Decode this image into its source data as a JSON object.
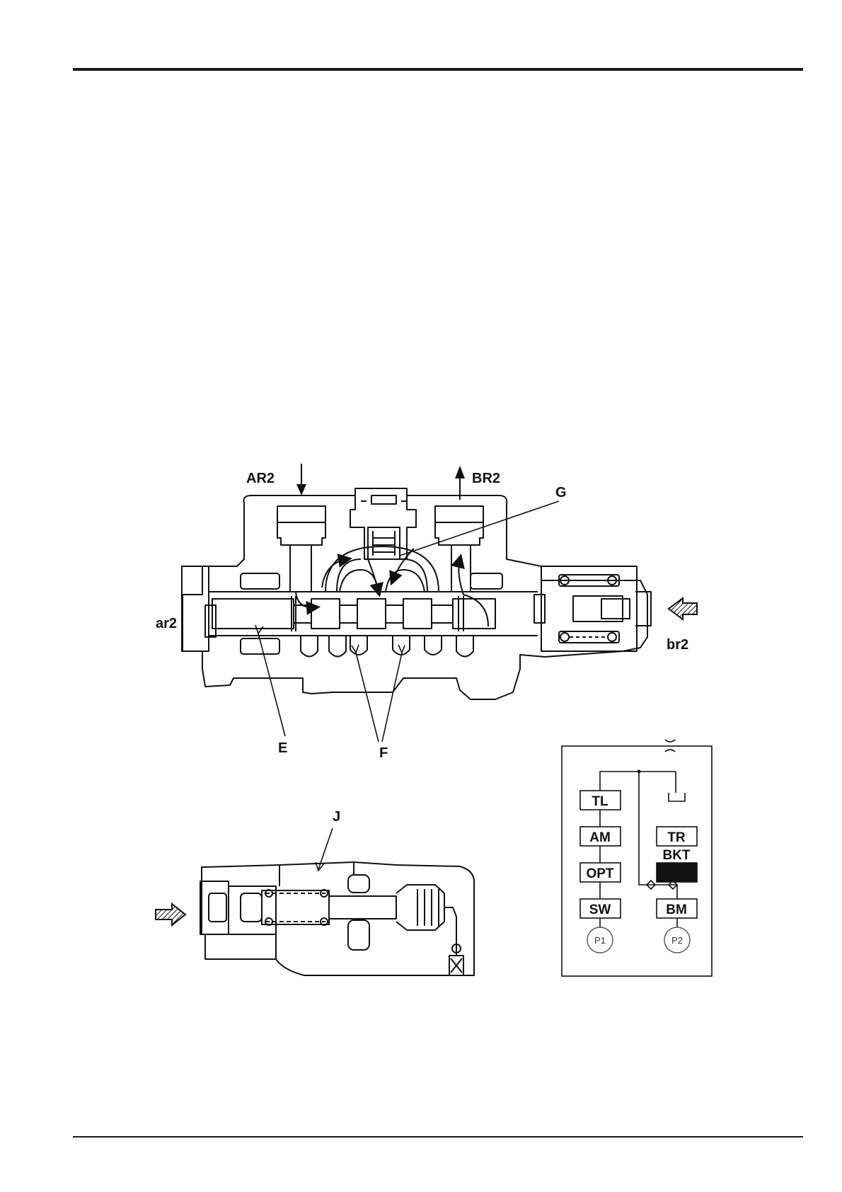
{
  "main_diagram": {
    "labels": {
      "ar2_port": "AR2",
      "br2_port": "BR2",
      "g": "G",
      "ar2_pilot": "ar2",
      "br2_pilot": "br2",
      "e": "E",
      "f": "F"
    }
  },
  "detail_diagram": {
    "labels": {
      "j": "J"
    }
  },
  "schematic": {
    "boxes": {
      "tl": "TL",
      "am": "AM",
      "opt": "OPT",
      "sw": "SW",
      "tr": "TR",
      "bkt": "BKT",
      "bm": "BM"
    },
    "pumps": {
      "p1": "P1",
      "p2": "P2"
    },
    "highlight_color": "#111111"
  }
}
